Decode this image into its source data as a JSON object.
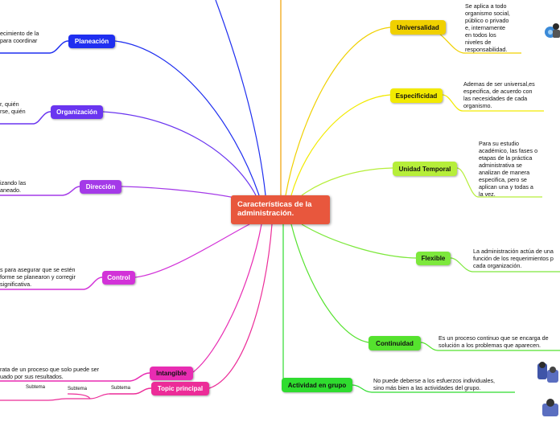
{
  "center": {
    "title_line1": "Características de la",
    "title_line2": "administración."
  },
  "right_topics": [
    {
      "label": "Universalidad",
      "color": "#f0d000",
      "text": [
        "Se aplica a todo",
        "organismo social,",
        "público o privado",
        "e, internamente",
        "en todos los",
        "niveles de",
        "responsabilidad."
      ]
    },
    {
      "label": "Especificidad",
      "color": "#f2ea00",
      "text": [
        "Ademas de ser universal,es",
        "especifica, de acuerdo con",
        "las necesidades de cada",
        "organismo."
      ]
    },
    {
      "label": "Unidad Temporal",
      "color": "#b6ee3a",
      "text": [
        "Para su estudio",
        "académico, las fases o",
        "etapas de la práctica",
        "administrativa se",
        "analizan de manera",
        "especifica, pero se",
        "aplican una y todas a",
        "la vez."
      ]
    },
    {
      "label": "Flexible",
      "color": "#7de83c",
      "text": [
        "La administración actúa de una",
        "función de los requerimientos p",
        "cada organización."
      ]
    },
    {
      "label": "Continuidad",
      "color": "#55e22e",
      "text": [
        "Es un proceso continuo que se encarga de",
        "solución a los problemas que aparecen."
      ]
    },
    {
      "label": "Actividad en grupo",
      "color": "#2fdc2f",
      "text": [
        "No puede deberse a los esfuerzos individuales,",
        "sino más bien a las actividades del grupo."
      ]
    }
  ],
  "left_topics": [
    {
      "label": "Planeación",
      "color": "#1f2ff0",
      "text": [
        "ecimiento de la",
        "para coordinar"
      ]
    },
    {
      "label": "Organización",
      "color": "#6a35f0",
      "text": [
        "r, quién",
        "rse, quién"
      ]
    },
    {
      "label": "Dirección",
      "color": "#a43ae8",
      "text": [
        "izando las",
        "aneado."
      ]
    },
    {
      "label": "Control",
      "color": "#d232d8",
      "text": [
        "s para asegurar que se estén",
        "forme se planearon y corregir",
        "significativa."
      ]
    },
    {
      "label": "Intangible",
      "color": "#e82cb2",
      "text": [
        "rata de un proceso que solo puede ser",
        "uado por sus resultados."
      ]
    },
    {
      "label": "Topic principal",
      "color": "#ec2c98",
      "text": []
    }
  ],
  "subtopics": [
    "Subtema",
    "Subtema",
    "Subtema"
  ]
}
